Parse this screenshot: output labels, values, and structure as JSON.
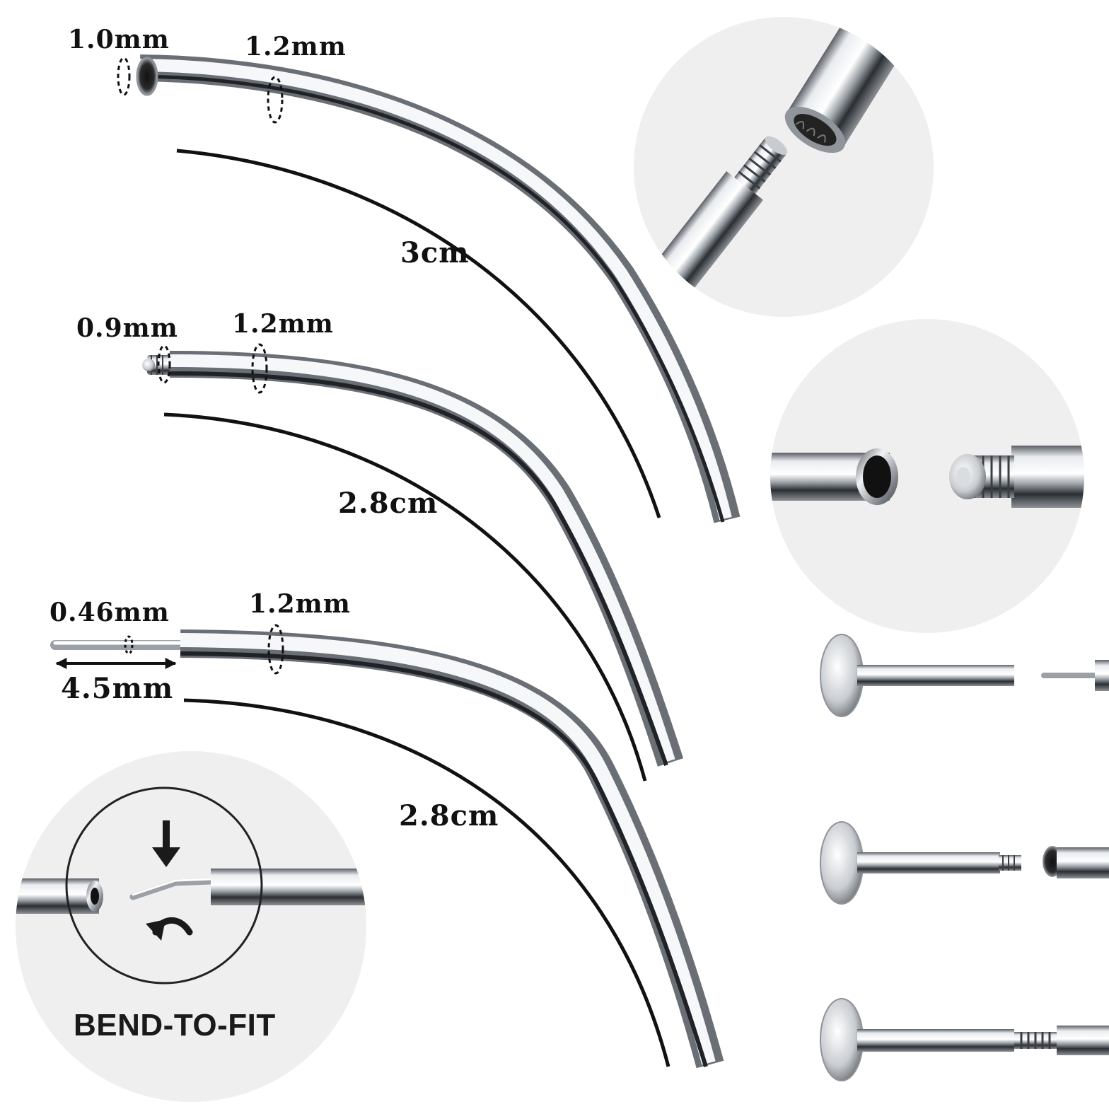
{
  "taper_top": {
    "thread_size": "1.0mm",
    "gauge": "1.2mm",
    "length": "3cm"
  },
  "taper_middle": {
    "thread_size": "0.9mm",
    "gauge": "1.2mm",
    "length": "2.8cm"
  },
  "taper_bottom": {
    "pin_size": "0.46mm",
    "gauge": "1.2mm",
    "pin_length": "4.5mm",
    "length": "2.8cm"
  },
  "bend_panel": {
    "caption": "BEND-TO-FIT",
    "icons": [
      "arrow-down-icon",
      "curved-arrow-icon"
    ]
  },
  "colors": {
    "metal_dark": "#6e7378",
    "metal_light": "#f4f6f8",
    "circle_bg": "#efefef",
    "line": "#111111"
  }
}
